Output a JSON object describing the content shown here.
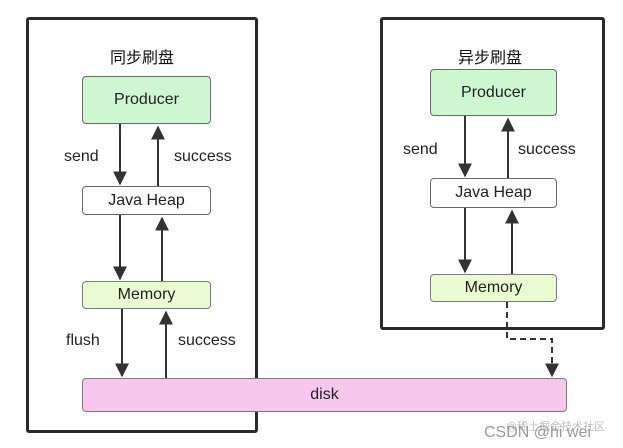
{
  "sync": {
    "title": "同步刷盘",
    "producer": "Producer",
    "heap": "Java Heap",
    "memory": "Memory",
    "send": "send",
    "success_top": "success",
    "flush": "flush",
    "success_bottom": "success"
  },
  "async": {
    "title": "异步刷盘",
    "producer": "Producer",
    "heap": "Java Heap",
    "memory": "Memory",
    "send": "send",
    "success": "success"
  },
  "disk": {
    "label": "disk"
  },
  "watermark": {
    "text": "CSDN @hi wei",
    "sub": "@稀土掘金技术社区"
  },
  "colors": {
    "producer_fill": "#cdf7cf",
    "memory_fill": "#e9fbd0",
    "disk_fill": "#f8c7ee",
    "panel_border": "#2a2a2a"
  }
}
